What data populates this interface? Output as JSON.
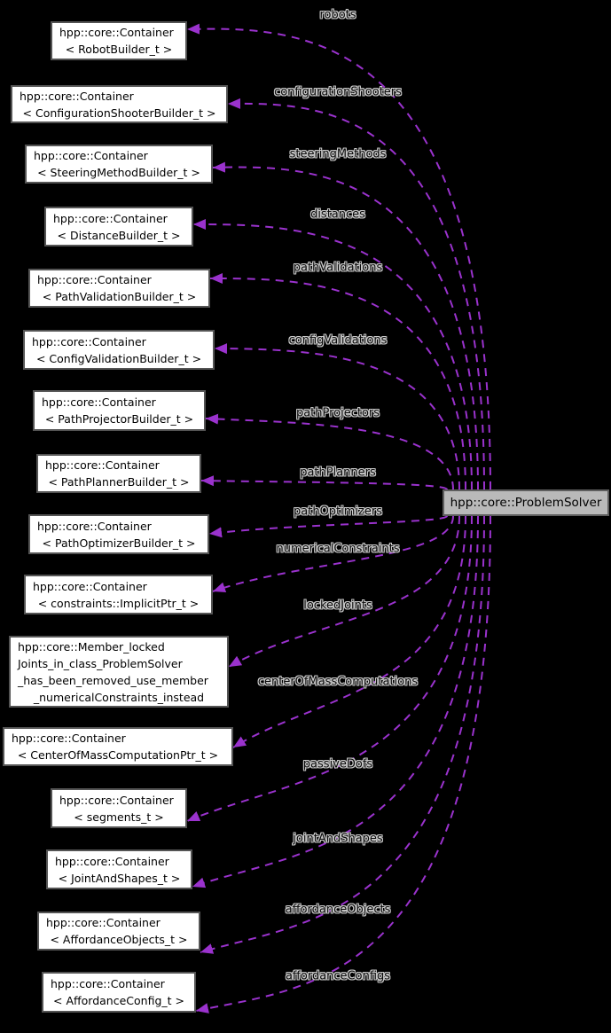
{
  "diagram": {
    "main_node": {
      "label": "hpp::core::ProblemSolver"
    },
    "nodes": [
      {
        "lines": [
          "hpp::core::Container",
          "< RobotBuilder_t >"
        ]
      },
      {
        "lines": [
          "hpp::core::Container",
          "< ConfigurationShooterBuilder_t >"
        ]
      },
      {
        "lines": [
          "hpp::core::Container",
          "< SteeringMethodBuilder_t >"
        ]
      },
      {
        "lines": [
          "hpp::core::Container",
          "< DistanceBuilder_t >"
        ]
      },
      {
        "lines": [
          "hpp::core::Container",
          "< PathValidationBuilder_t >"
        ]
      },
      {
        "lines": [
          "hpp::core::Container",
          "< ConfigValidationBuilder_t >"
        ]
      },
      {
        "lines": [
          "hpp::core::Container",
          "< PathProjectorBuilder_t >"
        ]
      },
      {
        "lines": [
          "hpp::core::Container",
          "< PathPlannerBuilder_t >"
        ]
      },
      {
        "lines": [
          "hpp::core::Container",
          "< PathOptimizerBuilder_t >"
        ]
      },
      {
        "lines": [
          "hpp::core::Container",
          "< constraints::ImplicitPtr_t >"
        ]
      },
      {
        "lines": [
          "hpp::core::Member_locked",
          "Joints_in_class_ProblemSolver",
          "_has_been_removed_use_member",
          "_numericalConstraints_instead"
        ]
      },
      {
        "lines": [
          "hpp::core::Container",
          "< CenterOfMassComputationPtr_t >"
        ]
      },
      {
        "lines": [
          "hpp::core::Container",
          "< segments_t >"
        ]
      },
      {
        "lines": [
          "hpp::core::Container",
          "< JointAndShapes_t >"
        ]
      },
      {
        "lines": [
          "hpp::core::Container",
          "< AffordanceObjects_t >"
        ]
      },
      {
        "lines": [
          "hpp::core::Container",
          "< AffordanceConfig_t >"
        ]
      }
    ],
    "edges": [
      {
        "label": "robots"
      },
      {
        "label": "configurationShooters"
      },
      {
        "label": "steeringMethods"
      },
      {
        "label": "distances"
      },
      {
        "label": "pathValidations"
      },
      {
        "label": "configValidations"
      },
      {
        "label": "pathProjectors"
      },
      {
        "label": "pathPlanners"
      },
      {
        "label": "pathOptimizers"
      },
      {
        "label": "numericalConstraints"
      },
      {
        "label": "lockedJoints"
      },
      {
        "label": "centerOfMassComputations"
      },
      {
        "label": "passiveDofs"
      },
      {
        "label": "jointAndShapes"
      },
      {
        "label": "affordanceObjects"
      },
      {
        "label": "affordanceConfigs"
      }
    ],
    "colors": {
      "edge": "#9a32cd",
      "node_fill": "#ffffff",
      "node_border": "#545454",
      "main_node_fill": "#b9b9b9",
      "main_node_border": "#5e5e5e",
      "label_halo": "#c9c9c9",
      "background": "#000000",
      "text": "#000000"
    }
  }
}
